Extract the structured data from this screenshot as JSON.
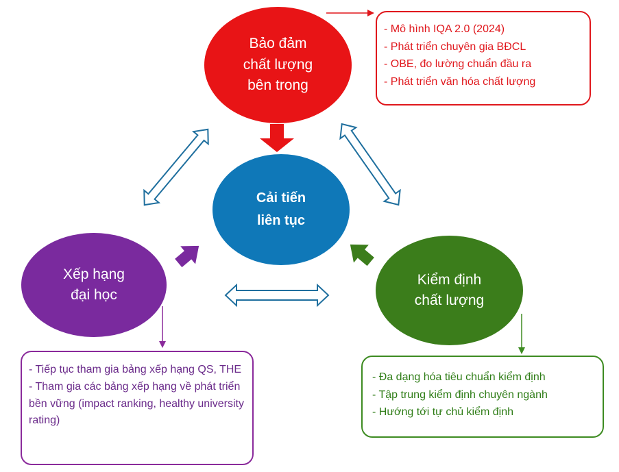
{
  "nodes": {
    "iqa": {
      "label": "Bảo đảm\nchất lượng\nbên trong",
      "color": "#e81416"
    },
    "continuous": {
      "label": "Cải tiến\nliên tục",
      "color": "#0f78b8"
    },
    "ranking": {
      "label": "Xếp hạng\nđại học",
      "color": "#7a2a9e"
    },
    "accreditation": {
      "label": "Kiểm định\nchất lượng",
      "color": "#3b7d1b"
    }
  },
  "boxes": {
    "iqa": {
      "lines": [
        "- Mô hình IQA 2.0 (2024)",
        "- Phát triển chuyên gia BĐCL",
        "- OBE, đo lường chuẩn đầu ra",
        "- Phát triển văn hóa chất lượng"
      ]
    },
    "ranking": {
      "lines": [
        "- Tiếp tục tham gia bảng xếp hạng QS, THE",
        "- Tham gia các bảng xếp hạng về phát triển bền vững (impact ranking, healthy university rating)"
      ]
    },
    "accreditation": {
      "lines": [
        "- Đa dạng hóa tiêu chuẩn kiểm định",
        "- Tập trung kiểm định chuyên ngành",
        "- Hướng tới tự chủ kiểm định"
      ]
    }
  }
}
